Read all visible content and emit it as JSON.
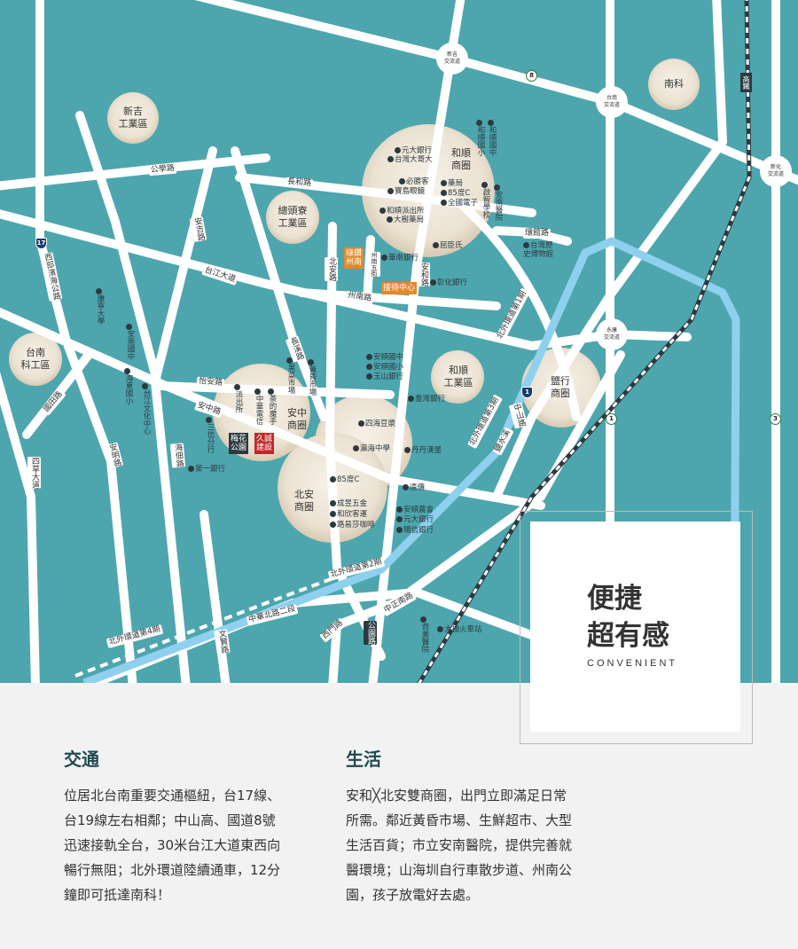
{
  "map": {
    "districts": [
      "新吉\n工業區",
      "總頭寮\n工業區",
      "台南\n科工區",
      "南科",
      "和順\n商圈",
      "安中\n商圈",
      "北安\n商圈",
      "和順\n工業區",
      "鹽行\n商圈"
    ],
    "interchanges": [
      "新吉\n交流道",
      "台南\n交流道",
      "新化\n交流道",
      "永康\n交流道"
    ],
    "roads": [
      "公學路",
      "長和路",
      "安吉路",
      "台江大道",
      "西部濱海公路",
      "州南路",
      "北安路",
      "安和路",
      "州南五街",
      "環館路",
      "長溪路",
      "怡安路",
      "安中路",
      "海佃路",
      "安明路",
      "四草大道",
      "國田路",
      "中華北路二段",
      "文賢路",
      "西門路",
      "公園路",
      "中正南路",
      "中山路",
      "北外環道第1期",
      "北外環道第2期",
      "北外環道第4期",
      "北外環道第3期",
      "鹽水溪"
    ],
    "pois": [
      "元大銀行",
      "台灣大哥大",
      "必勝客",
      "寶島眼鏡",
      "和順派出所",
      "大樹藥局",
      "藥局",
      "85度C",
      "全國電子",
      "屈臣氏",
      "華南銀行",
      "彰化銀行",
      "和順國小",
      "和順國中",
      "啟智學校",
      "安南醫院",
      "台灣歷史博物館",
      "康寧大學",
      "安南國中",
      "海東國小",
      "台江文化中心",
      "三信分行",
      "第一銀行",
      "派出所",
      "中華電信",
      "茶的魔手",
      "果菜市場",
      "黃昏市場",
      "安順國中",
      "安順國小",
      "玉山銀行",
      "臺灣銀行",
      "四海豆漿",
      "瀛海中學",
      "丹丹漢堡",
      "遠傳",
      "85度C",
      "成昱五金",
      "和欣客運",
      "路易莎咖啡",
      "安順農會",
      "元大銀行",
      "陽信銀行",
      "奇美醫院",
      "大橋火車站"
    ],
    "badges": [
      "綠鑽\n州南",
      "接待中心",
      "久誠\n建設",
      "梅花\n公園"
    ],
    "shields": [
      "17",
      "8",
      "1",
      "1",
      "3"
    ],
    "hsr": "高鐵",
    "colors": {
      "water": "#4da6ae",
      "river": "#8fd0ef",
      "road": "#ffffff",
      "district": "#efe7da",
      "orange": "#e08a2e",
      "red": "#c0282b"
    }
  },
  "card": {
    "title": "便捷\n超有感",
    "subtitle": "CONVENIENT"
  },
  "sections": {
    "traffic": {
      "heading": "交通",
      "body": "位居北台南重要交通樞紐，台17線、\n台19線左右相鄰；中山高、國道8號\n迅速接軌全台，30米台江大道東西向\n暢行無阻；北外環道陸續通車，12分\n鐘即可抵達南科！"
    },
    "life": {
      "heading": "生活",
      "body": "安和╳北安雙商圈，出門立即滿足日常\n所需。鄰近黃昏市場、生鮮超市、大型\n生活百貨；市立安南醫院，提供完善就\n醫環境；山海圳自行車散步道、州南公\n園，孩子放電好去處。"
    }
  }
}
